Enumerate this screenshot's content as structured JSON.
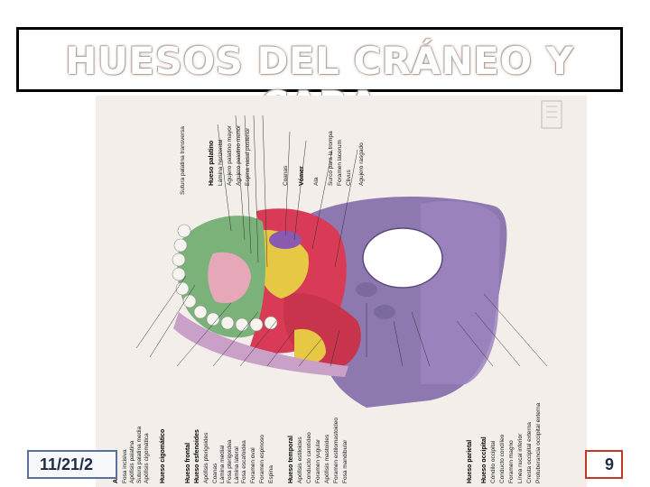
{
  "slide": {
    "title": "HUESOS DEL CRÁNEO Y CARA",
    "date": "11/21/2",
    "page_number": "9"
  },
  "colors": {
    "occipital": "#8e78b0",
    "parietal": "#9c85c0",
    "temporal": "#d93a55",
    "sphenoid": "#e6c845",
    "maxilla": "#7ab27a",
    "palatine": "#e6a8b8",
    "zygomatic": "#c9a0c8",
    "vomer": "#8a5ab0",
    "frame": "#000000",
    "date_border": "#5a6f9a",
    "page_border": "#c0392b"
  },
  "figure": {
    "labels_left": [
      "Acantar",
      "Fosa incisiva",
      "Apófisis palatina",
      "Sutura palatina media",
      "Apófisis cigomática",
      "Hueso cigomático",
      "Hueso frontal",
      "Hueso esfenoides",
      "Apófisis pterigoides",
      "Coanas",
      "Lámina medial",
      "Fosa pterigoidea",
      "Lámina lateral",
      "Fosa escafoidea",
      "Foramen oval",
      "Foramen espinoso",
      "Espina"
    ],
    "labels_right_bottom": [
      "Hueso temporal",
      "Apófisis estiloides",
      "Conducto carotídeo",
      "Foramen yugular",
      "Apófisis mastoides",
      "Foramen estilomastoideo",
      "Fosa mandibular",
      "Cóndilo occipital",
      "Conducto condíleo",
      "Foramen magno",
      "Línea nucal inferior",
      "Cresta occipital externa",
      "Protuberancia occipital externa"
    ],
    "labels_top": [
      "Sutura palatina transversa",
      "Hueso palatino",
      "Lámina horizontal",
      "Agujero palatino mayor",
      "Agujero palatino menor",
      "Espina nasal posterior",
      "Coanas",
      "Vómer",
      "Ala",
      "Surco para la trompa",
      "Foramen lacerum",
      "Clivus",
      "Agujero rasgado"
    ],
    "bone_titles": [
      "Hueso occipital",
      "Hueso parietal"
    ]
  }
}
